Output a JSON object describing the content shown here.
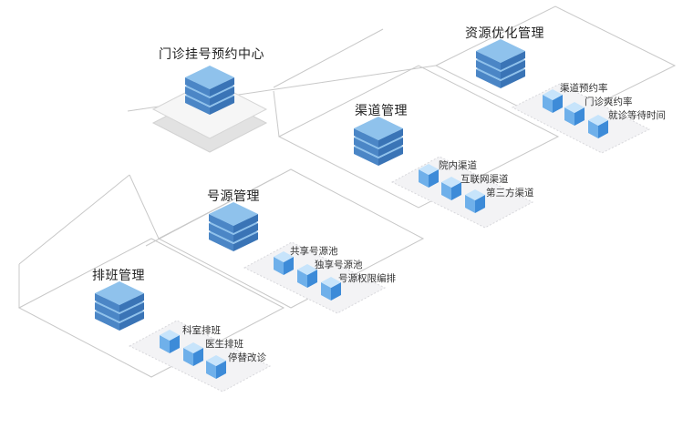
{
  "diagram": {
    "center": {
      "title": "门诊挂号预约中心"
    },
    "modules": [
      {
        "id": "resource-optimization",
        "title": "资源优化管理",
        "items": [
          "渠道预约率",
          "门诊爽约率",
          "就诊等待时间"
        ]
      },
      {
        "id": "channel",
        "title": "渠道管理",
        "items": [
          "院内渠道",
          "互联网渠道",
          "第三方渠道"
        ]
      },
      {
        "id": "source",
        "title": "号源管理",
        "items": [
          "共享号源池",
          "独享号源池",
          "号源权限编排"
        ]
      },
      {
        "id": "schedule",
        "title": "排班管理",
        "items": [
          "科室排班",
          "医生排班",
          "停替改诊"
        ]
      }
    ]
  },
  "colors": {
    "line": "#c8c8c8",
    "panel": "#f3f3f5",
    "server_top": "#8fc2ec",
    "server_side": "#4b86c6",
    "cube_top": "#c7e4fb",
    "cube_left": "#6fb0ea",
    "cube_right": "#3d8bd8"
  }
}
